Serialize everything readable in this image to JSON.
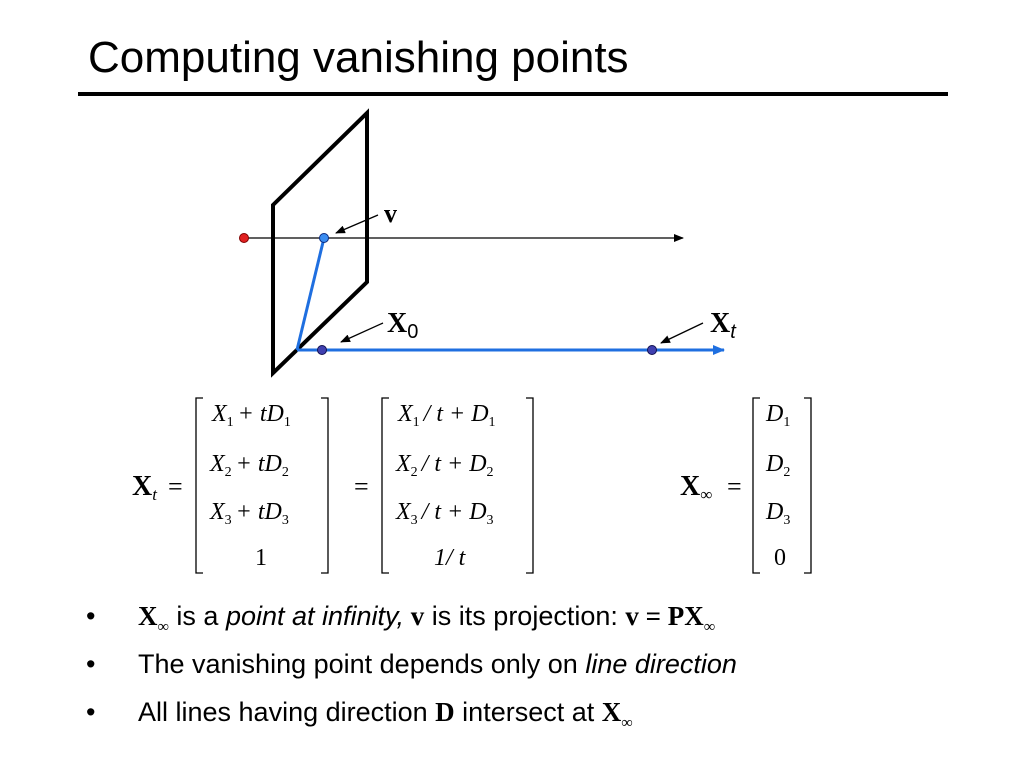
{
  "title": "Computing vanishing points",
  "diagram": {
    "label_v": "v",
    "label_x0_main": "X",
    "label_x0_sub": "0",
    "label_xt_main": "X",
    "label_xt_sub": "t"
  },
  "equations": {
    "xt_lhs_main": "X",
    "xt_lhs_sub": "t",
    "eq": "=",
    "m1_rows": [
      {
        "a": "X",
        "as": "1",
        "b": "+ tD",
        "bs": "1"
      },
      {
        "a": "X",
        "as": "2",
        "b": "+ tD",
        "bs": "2"
      },
      {
        "a": "X",
        "as": "3",
        "b": "+ tD",
        "bs": "3"
      },
      {
        "a": "1",
        "as": "",
        "b": "",
        "bs": ""
      }
    ],
    "m2_rows": [
      {
        "a": "X",
        "as": "1",
        "b": "/ t + D",
        "bs": "1"
      },
      {
        "a": "X",
        "as": "2",
        "b": "/ t + D",
        "bs": "2"
      },
      {
        "a": "X",
        "as": "3",
        "b": "/ t + D",
        "bs": "3"
      },
      {
        "a": "1/ t",
        "as": "",
        "b": "",
        "bs": ""
      }
    ],
    "xinf_lhs_main": "X",
    "xinf_lhs_sub": "∞",
    "m3_rows": [
      {
        "a": "D",
        "as": "1"
      },
      {
        "a": "D",
        "as": "2"
      },
      {
        "a": "D",
        "as": "3"
      },
      {
        "a": "0",
        "as": ""
      }
    ]
  },
  "bullets": {
    "marker": "•",
    "b1": {
      "x_main": "X",
      "x_sub": "∞",
      "t1": " is a ",
      "t2": "point at infinity,",
      "t3": " v",
      "t4": " is its projection: ",
      "t5": "v = PX",
      "t5_sub": "∞"
    },
    "b2": {
      "t1": "The vanishing point depends only on ",
      "t2": "line direction"
    },
    "b3": {
      "t1": "All lines having direction ",
      "t2": "D",
      "t3": " intersect at ",
      "x_main": "X",
      "x_sub": "∞"
    }
  }
}
